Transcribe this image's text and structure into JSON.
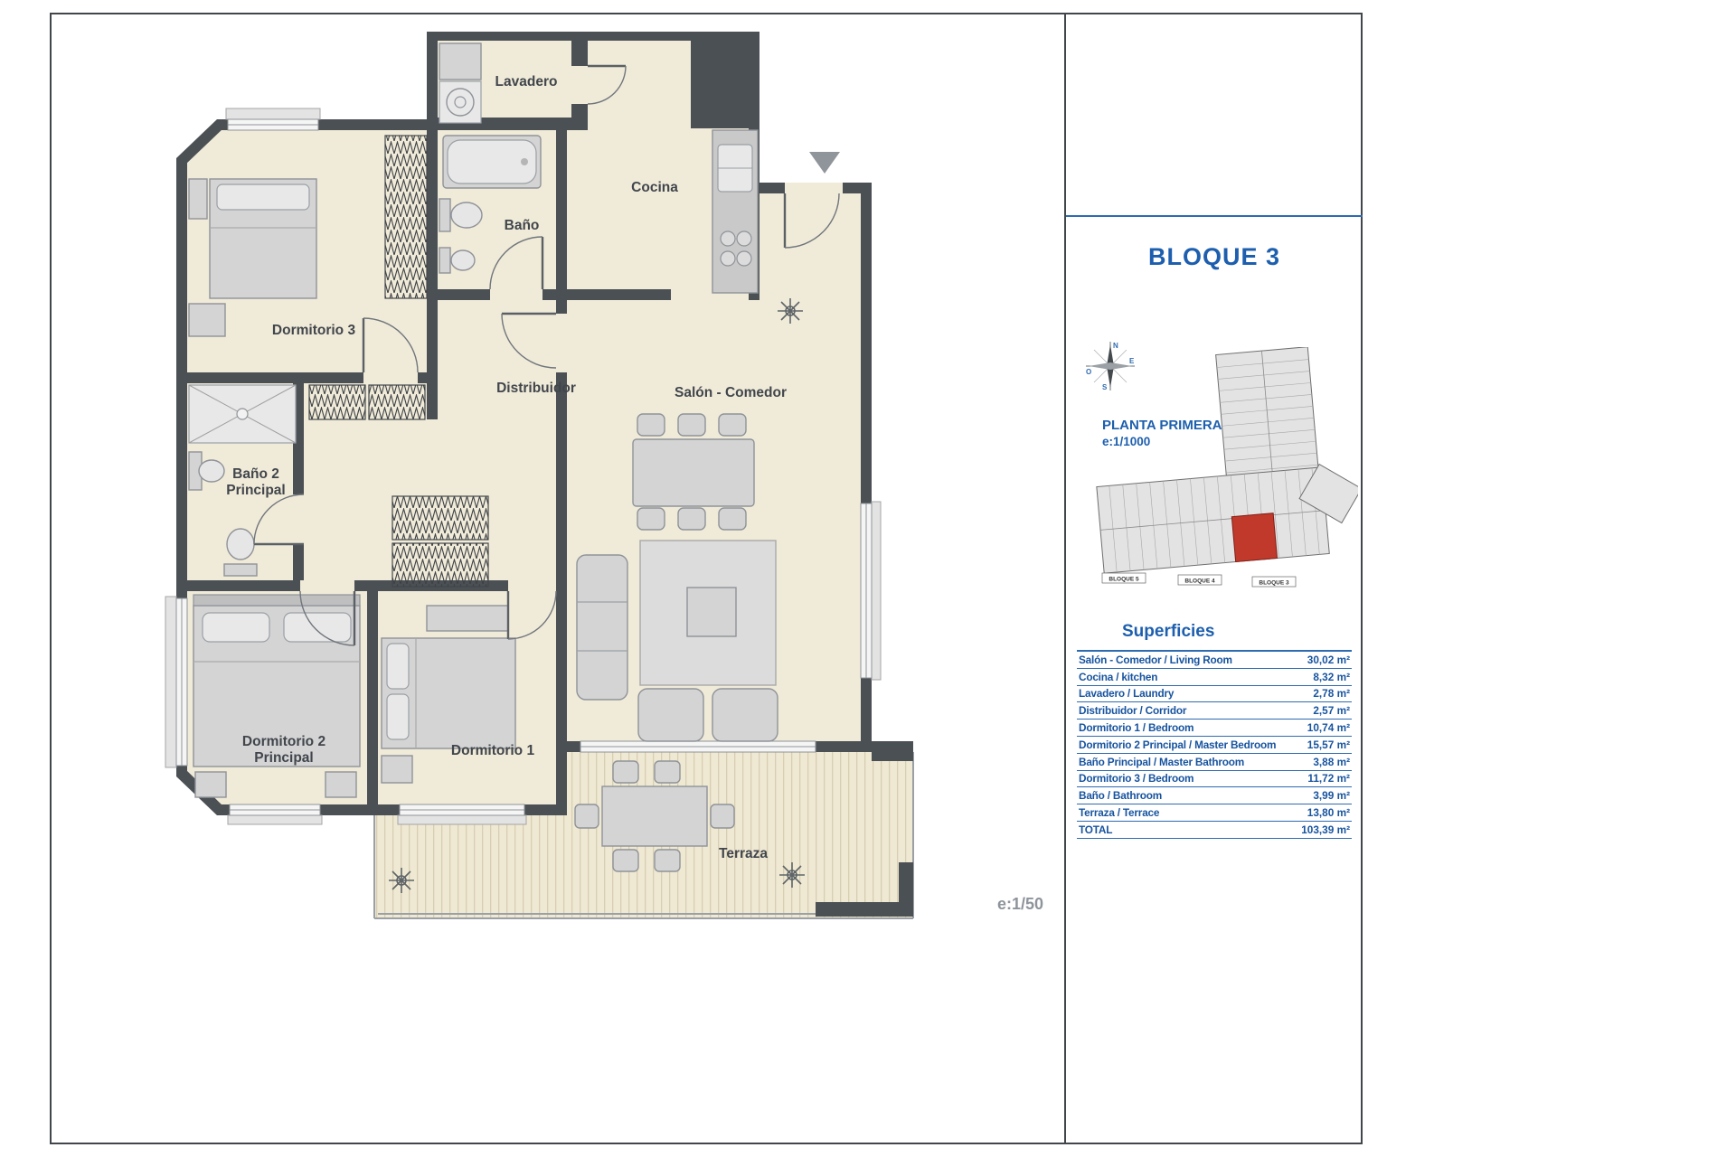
{
  "sheet": {
    "scale_label": "e:1/50"
  },
  "floor_plan": {
    "room_labels": {
      "lavadero": "Lavadero",
      "cocina": "Cocina",
      "bano": "Baño",
      "dormitorio3": "Dormitorio 3",
      "distribuidor": "Distribuidor",
      "salon_comedor": "Salón - Comedor",
      "bano2_line1": "Baño 2",
      "bano2_line2": "Principal",
      "dormitorio2_line1": "Dormitorio 2",
      "dormitorio2_line2": "Principal",
      "dormitorio1": "Dormitorio 1",
      "terraza": "Terraza"
    }
  },
  "panel": {
    "title": "BLOQUE 3",
    "plan_caption_line1": "PLANTA PRIMERA",
    "plan_caption_line2": "e:1/1000",
    "compass": {
      "n": "N",
      "s": "S",
      "e": "E",
      "o": "O"
    },
    "site_block_labels": [
      "BLOQUE 5",
      "BLOQUE 4",
      "BLOQUE 3"
    ],
    "superficies": {
      "heading": "Superficies",
      "rows": [
        {
          "label": "Salón - Comedor / Living Room",
          "value": "30,02 m²"
        },
        {
          "label": "Cocina / kitchen",
          "value": "8,32 m²"
        },
        {
          "label": "Lavadero / Laundry",
          "value": "2,78 m²"
        },
        {
          "label": "Distribuidor / Corridor",
          "value": "2,57 m²"
        },
        {
          "label": "Dormitorio 1 / Bedroom",
          "value": "10,74 m²"
        },
        {
          "label": "Dormitorio 2 Principal / Master Bedroom",
          "value": "15,57 m²"
        },
        {
          "label": "Baño Principal / Master Bathroom",
          "value": "3,88 m²"
        },
        {
          "label": "Dormitorio 3 / Bedroom",
          "value": "11,72 m²"
        },
        {
          "label": "Baño / Bathroom",
          "value": "3,99 m²"
        },
        {
          "label": "Terraza / Terrace",
          "value": "13,80 m²"
        },
        {
          "label": "TOTAL",
          "value": "103,39 m²"
        }
      ]
    }
  },
  "colors": {
    "accent_blue": "#1d5fae",
    "wall": "#4b5055",
    "floor": "#f0ead8",
    "highlight_red": "#c0392b"
  }
}
